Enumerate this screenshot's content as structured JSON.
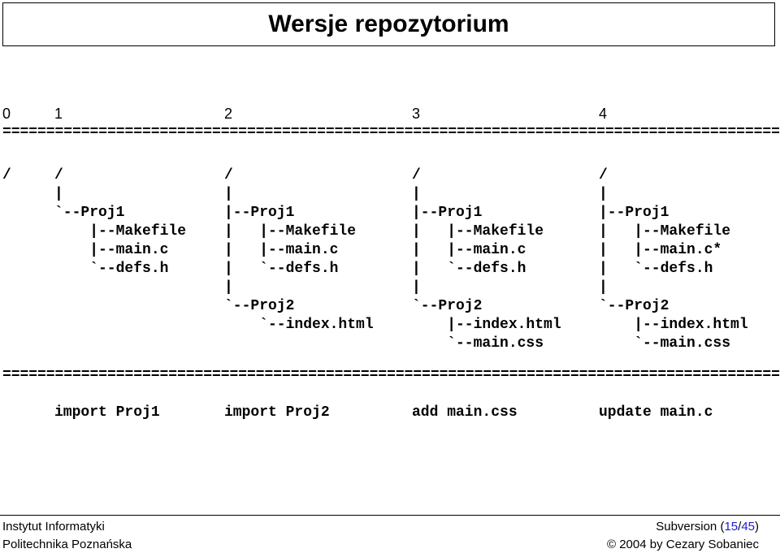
{
  "slide": {
    "title": "Wersje repozytorium"
  },
  "versions": [
    "0",
    "1",
    "2",
    "3",
    "4"
  ],
  "separator": "==========================================================================================",
  "trees": [
    "/\n\n\n\n\n",
    "/\n|\n`--Proj1\n    |--Makefile\n    |--main.c\n    `--defs.h",
    "/\n|\n|--Proj1\n|   |--Makefile\n|   |--main.c\n|   `--defs.h\n|\n`--Proj2\n    `--index.html",
    "/\n|\n|--Proj1\n|   |--Makefile\n|   |--main.c\n|   `--defs.h\n|\n`--Proj2\n    |--index.html\n    `--main.css",
    "/\n|\n|--Proj1\n|   |--Makefile\n|   |--main.c*\n|   `--defs.h\n|\n`--Proj2\n    |--index.html\n    `--main.css"
  ],
  "commands": [
    "import Proj1",
    "import Proj2",
    "add main.css",
    "update main.c"
  ],
  "footer": {
    "institute": "Instytut Informatyki",
    "university": "Politechnika Poznańska",
    "topic_prefix": "Subversion (",
    "page_current": "15",
    "page_sep": "/",
    "page_total": "45",
    "topic_suffix": ")",
    "copyright": "© 2004 by Cezary Sobaniec",
    "accent_color": "#1a1ad6"
  }
}
